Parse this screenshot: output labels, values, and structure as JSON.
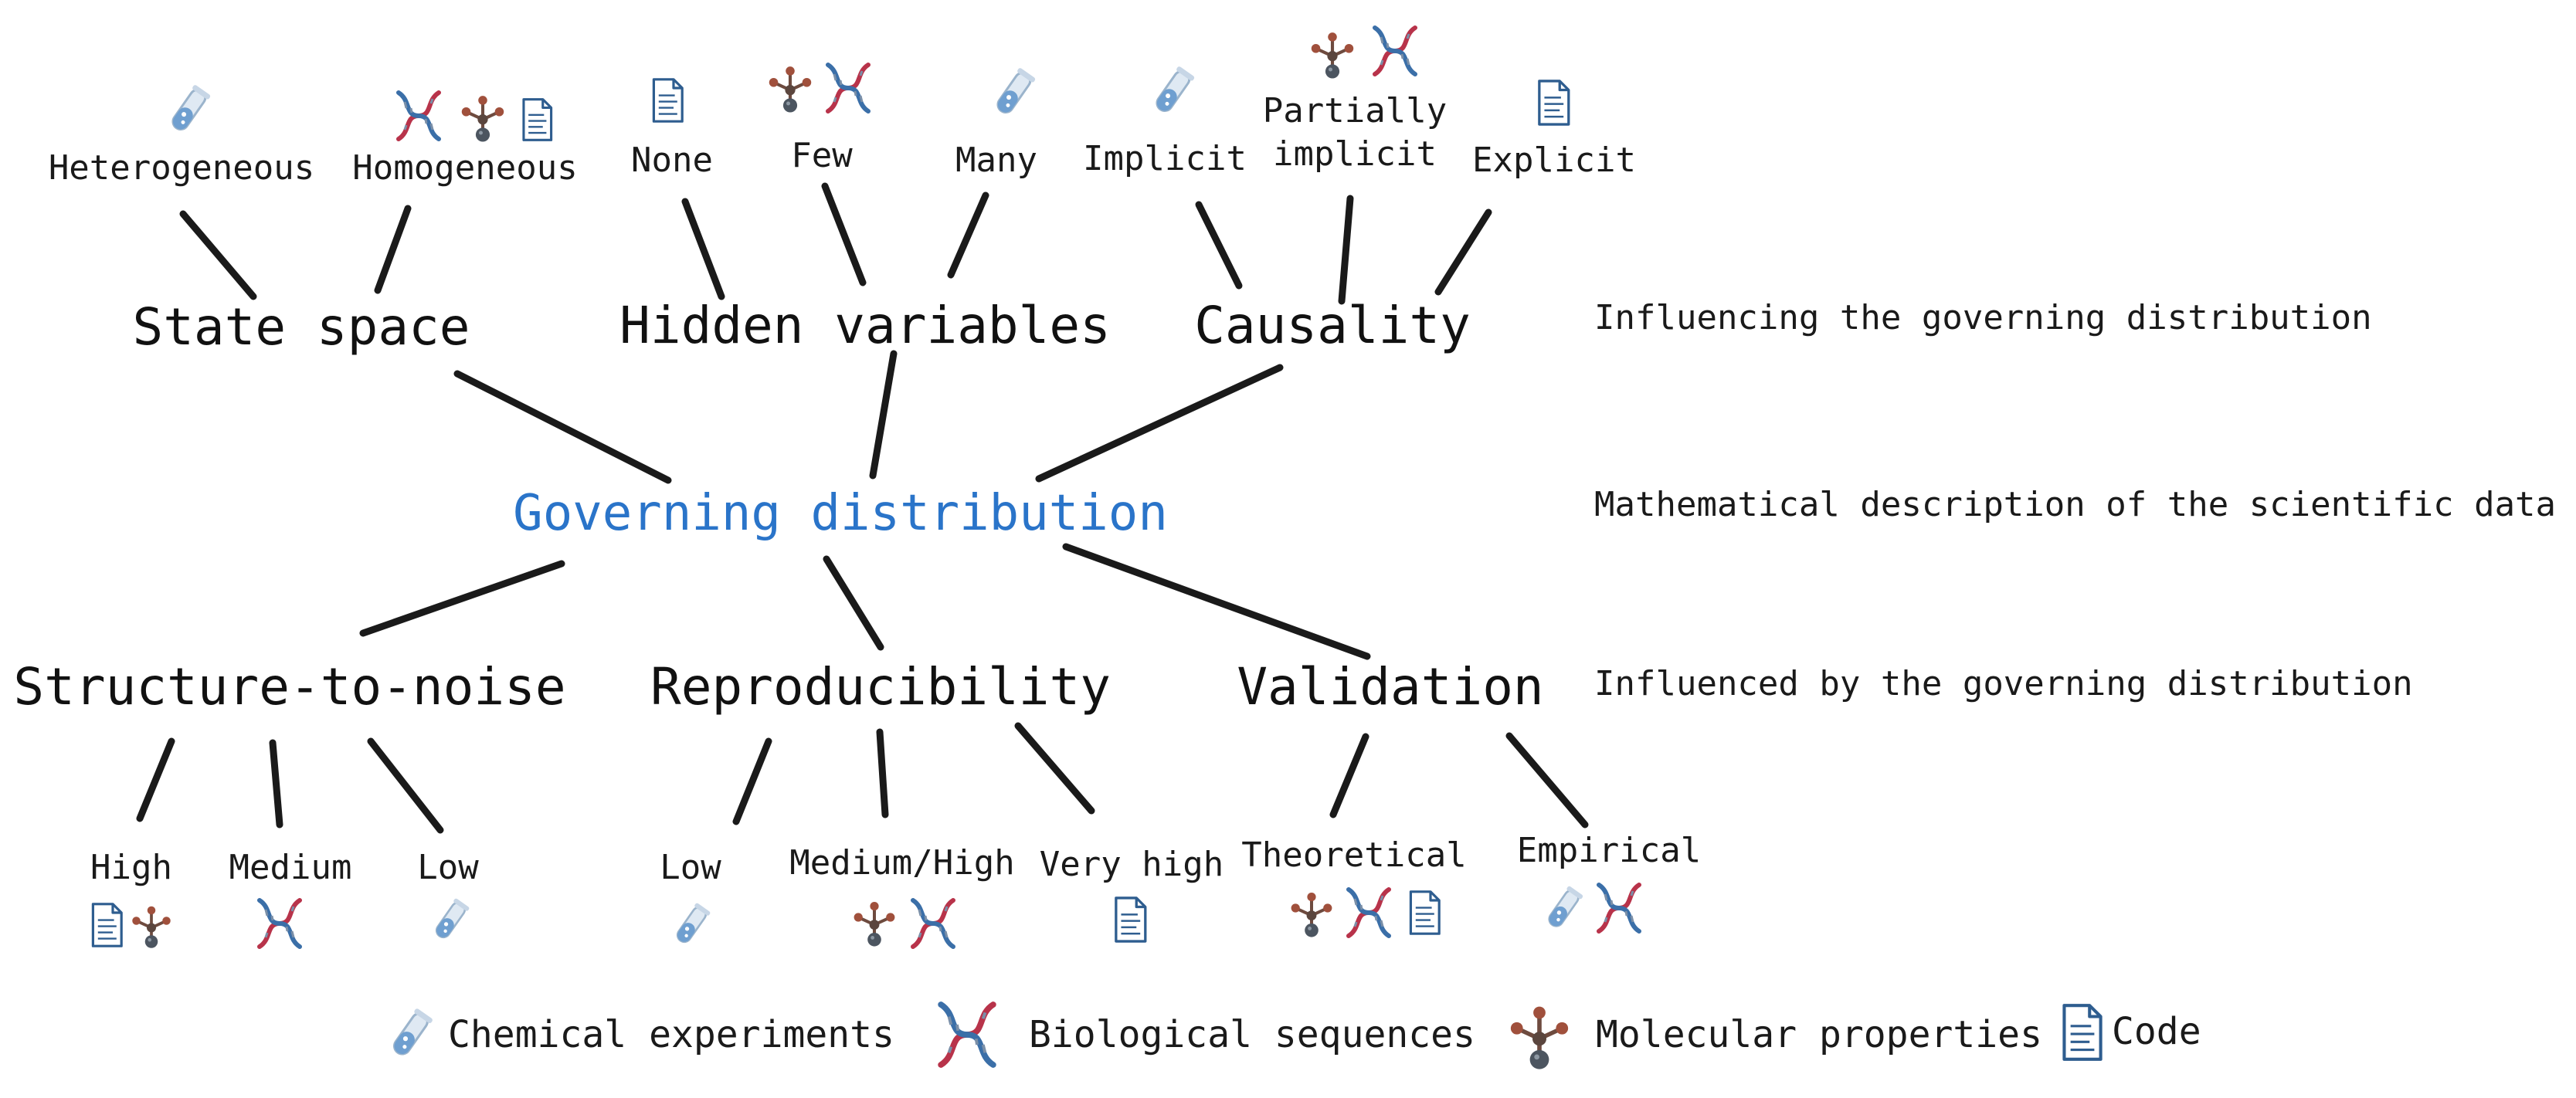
{
  "colors": {
    "center_text": "#2a74c9",
    "text": "#1a1a1a",
    "dna_red": "#b8334a",
    "dna_blue": "#3b6fa8",
    "molecule": "#6e4b3f",
    "code_doc": "#2e5d8f",
    "tube": "#8fb3d6"
  },
  "center": {
    "label": "Governing distribution"
  },
  "side_notes": {
    "top": "Influencing the governing distribution",
    "middle": "Mathematical description of the scientific data",
    "bottom": "Influenced by the governing distribution"
  },
  "categories": {
    "state_space": {
      "label": "State space",
      "options": [
        {
          "label": "Heterogeneous",
          "icons": [
            "chemistry-icon"
          ]
        },
        {
          "label": "Homogeneous",
          "icons": [
            "dna-icon",
            "molecule-icon",
            "code-icon"
          ]
        }
      ]
    },
    "hidden_variables": {
      "label": "Hidden variables",
      "options": [
        {
          "label": "None",
          "icons": [
            "code-icon"
          ]
        },
        {
          "label": "Few",
          "icons": [
            "molecule-icon",
            "dna-icon"
          ]
        },
        {
          "label": "Many",
          "icons": [
            "chemistry-icon"
          ]
        }
      ]
    },
    "causality": {
      "label": "Causality",
      "options": [
        {
          "label": "Implicit",
          "icons": [
            "chemistry-icon"
          ]
        },
        {
          "label_line1": "Partially",
          "label_line2": "implicit",
          "icons": [
            "molecule-icon",
            "dna-icon"
          ]
        },
        {
          "label": "Explicit",
          "icons": [
            "code-icon"
          ]
        }
      ]
    },
    "structure_to_noise": {
      "label": "Structure-to-noise",
      "options": [
        {
          "label": "High",
          "icons": [
            "code-icon",
            "molecule-icon"
          ]
        },
        {
          "label": "Medium",
          "icons": [
            "dna-icon"
          ]
        },
        {
          "label": "Low",
          "icons": [
            "chemistry-icon"
          ]
        }
      ]
    },
    "reproducibility": {
      "label": "Reproducibility",
      "options": [
        {
          "label": "Low",
          "icons": [
            "chemistry-icon"
          ]
        },
        {
          "label": "Medium/High",
          "icons": [
            "molecule-icon",
            "dna-icon"
          ]
        },
        {
          "label": "Very high",
          "icons": [
            "code-icon"
          ]
        }
      ]
    },
    "validation": {
      "label": "Validation",
      "options": [
        {
          "label": "Theoretical",
          "icons": [
            "molecule-icon",
            "dna-icon",
            "code-icon"
          ]
        },
        {
          "label": "Empirical",
          "icons": [
            "chemistry-icon",
            "dna-icon"
          ]
        }
      ]
    }
  },
  "legend": [
    {
      "icon": "chemistry-icon",
      "label": "Chemical experiments"
    },
    {
      "icon": "dna-icon",
      "label": "Biological sequences"
    },
    {
      "icon": "molecule-icon",
      "label": "Molecular properties"
    },
    {
      "icon": "code-icon",
      "label": "Code"
    }
  ]
}
